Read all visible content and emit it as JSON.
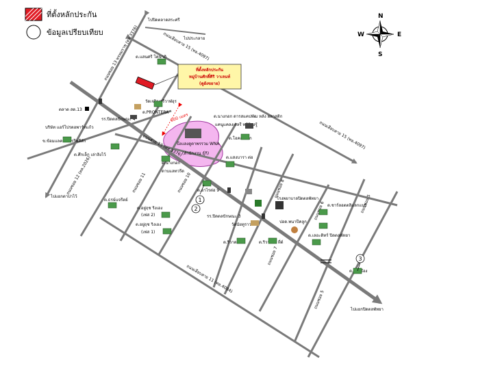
{
  "legend": {
    "site_label": "ที่ตั้งหลักประกัน",
    "comparable_label": "ข้อมูลเปรียบเทียบ"
  },
  "compass": {
    "n": "N",
    "s": "S",
    "e": "E",
    "w": "W"
  },
  "directions": {
    "to_krasaesin": "ไปปิดตลาดสระศรี",
    "to_market": "ไปประกลาย",
    "to_muang": "ไปแยกตาบ่าไว้",
    "to_pattaya": "ไปแยกปิดตลพัทยา"
  },
  "roads": {
    "sukhumvit_15": "ถนนเลียบสาย 15 (ทล.4097)",
    "sukhumvit_15b": "ถนนเลียบสาย 15 (ทล.4097)",
    "road_13": "ถนนซอย 13 พรหมราช (ทล.3376)",
    "road_12": "ถนนซอย 12 (ทล.2026)",
    "road_13b": "ถนนสาย 13 (ทล.3376)",
    "soi_11": "ถนนซอย 11",
    "soi_10": "ถนนซอย 10",
    "soi_9": "ถนนซอย 9",
    "soi_8": "ถนนซอย 8",
    "soi_7": "ถนนซอย 7",
    "soi_6": "ถนนซอย 6",
    "soi_5": "ถนนซอย 5",
    "road_11": "ถนนเลียบสาย 11 (ทล.4084)"
  },
  "callout": {
    "line1": "ที่ตั้งหลักประกัน",
    "line2": "หมู่บ้านศักดิ์ศิริ วาเลนท์",
    "line3": "(ดูผังขยาย)"
  },
  "places": {
    "p1": "ต.แสนศรี โคนาภิ",
    "p2": "วัดเจริญศรีวาฬอุร",
    "p3": "ต.PRONTERA",
    "p4": "ตลาด สด.13",
    "p5": "รร.ปิดตลปักษณะ 4",
    "p6": "บริษัท แอร์โปรตอพาร์ทแก้ว",
    "p7": "ข.ข้อมแลความเรรีพสีสัก",
    "p8": "ต.ศึกเล็ก เล่าลิงไว้",
    "p9": "ต.นางกอก",
    "p10": "ดาบแลทวรีด",
    "p11": "ต.นางกอก ดารสแคปพัฒ หลัง ผลาสติก",
    "p12": "แคนูแคลงเรลรี ทศิกิลงรู้",
    "p13": "ต.โอคอนเสีก",
    "p14": "ต.แสงบารา ต่อ",
    "p15": "ต.อาไรต่อ 9",
    "p16": "ต.ธรษ์แจรีตย์",
    "p17": "ต.อยู่ฤช ริงเอง",
    "p18": "(เฟส 2)",
    "p19": "ต.อยู่ฤช ริงเอง",
    "p20": "(เฟส 1)",
    "p21": "รร.ปิดตลปักษณะ 3",
    "p22": "วัดนัยทูราวส",
    "p23": "โรงพยาบาลปิดตลพัทยา",
    "p24": "ปอด.พนาปีคลูก",
    "p25": "ต.ชาร์ลอตตลิแลกแนร์",
    "p26": "ต.เลอะดิทร์ ปิดตลพัทยา",
    "p27": "ต.ริวาด",
    "p28": "ต.ริวาเดช ที่ต์",
    "p29": "ต.ชรกรีอง",
    "pond": "บึงแลงดูตาพรรวม WNA",
    "pond2": "(ลำนักงาน ธุ์กิ)"
  },
  "distance": "800 เมตร",
  "markers": [
    "1",
    "2",
    "3"
  ]
}
